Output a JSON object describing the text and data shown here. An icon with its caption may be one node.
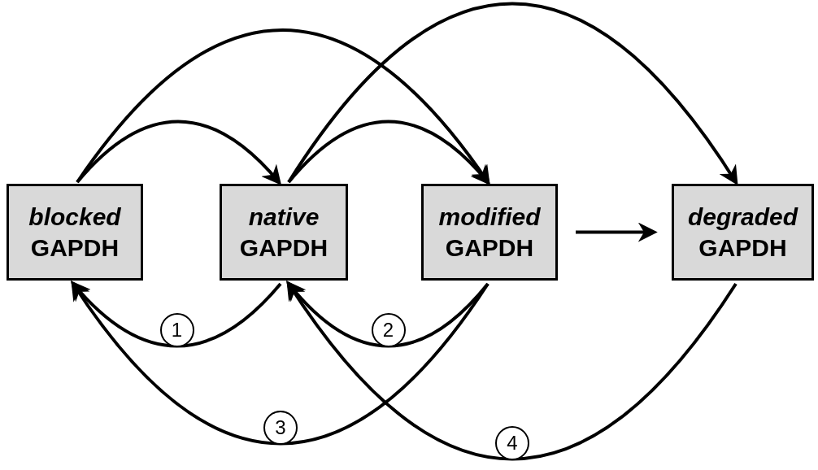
{
  "diagram": {
    "nodes": [
      {
        "text": [
          "blocked",
          "GAPDH"
        ]
      },
      {
        "text": [
          "native",
          "GAPDH"
        ]
      },
      {
        "text": [
          "modified",
          "GAPDH"
        ]
      },
      {
        "text": [
          "degraded",
          "GAPDH"
        ]
      }
    ],
    "edges": [
      {
        "from": 0,
        "to": 1,
        "arrow": "to"
      },
      {
        "from": 0,
        "to": 2,
        "arrow": "to"
      },
      {
        "from": 1,
        "to": 2,
        "arrow": "to"
      },
      {
        "from": 1,
        "to": 3,
        "arrow": "to"
      },
      {
        "from": 2,
        "to": 3,
        "arrow": "to"
      },
      {
        "from": 1,
        "to": 0,
        "label": "1",
        "arrow": "to"
      },
      {
        "from": 2,
        "to": 1,
        "label": "2",
        "arrow": "to"
      },
      {
        "from": 2,
        "to": 0,
        "label": "3",
        "arrow": "to"
      },
      {
        "from": 3,
        "to": 1,
        "label": "4",
        "arrow": "to"
      }
    ]
  }
}
